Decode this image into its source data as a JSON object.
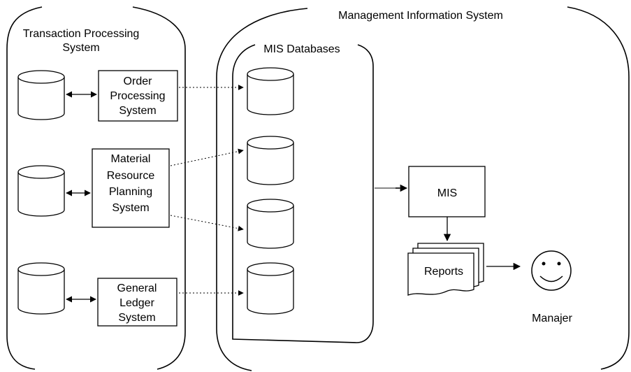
{
  "tps": {
    "title_line1": "Transaction Processing",
    "title_line2": "System",
    "order_system": [
      "Order",
      "Processing",
      "System"
    ],
    "mrp_system": [
      "Material",
      "Resource",
      "Planning",
      "System"
    ],
    "gl_system": [
      "General",
      "Ledger",
      "System"
    ]
  },
  "mis": {
    "title": "Management Information System",
    "databases_title": "MIS Databases",
    "mis_box": "MIS",
    "reports": "Reports",
    "manager": "Manajer"
  }
}
